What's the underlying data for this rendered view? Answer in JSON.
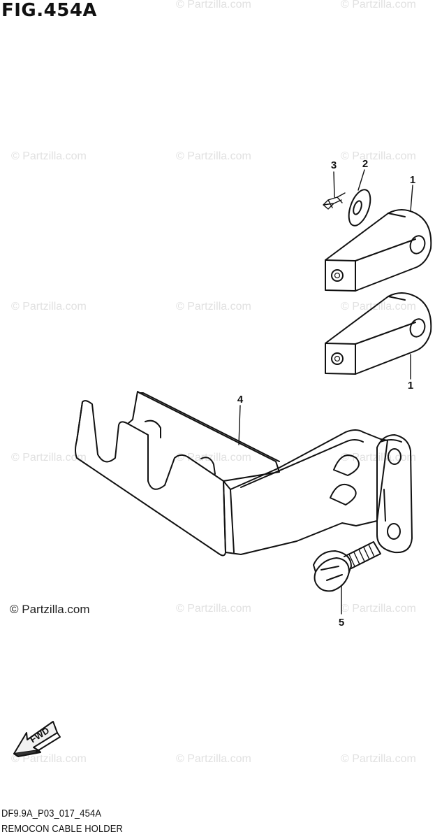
{
  "figure_title": "FIG.454A",
  "watermark": "© Partzilla.com",
  "copyright": "© Partzilla.com",
  "callouts": {
    "lever_top": "1",
    "washer": "2",
    "pin": "3",
    "bracket": "4",
    "bolt": "5",
    "lever_bottom": "1"
  },
  "fwd_label": "FWD",
  "footer": {
    "code": "DF9.9A_P03_017_454A",
    "name": "REMOCON CABLE HOLDER"
  }
}
